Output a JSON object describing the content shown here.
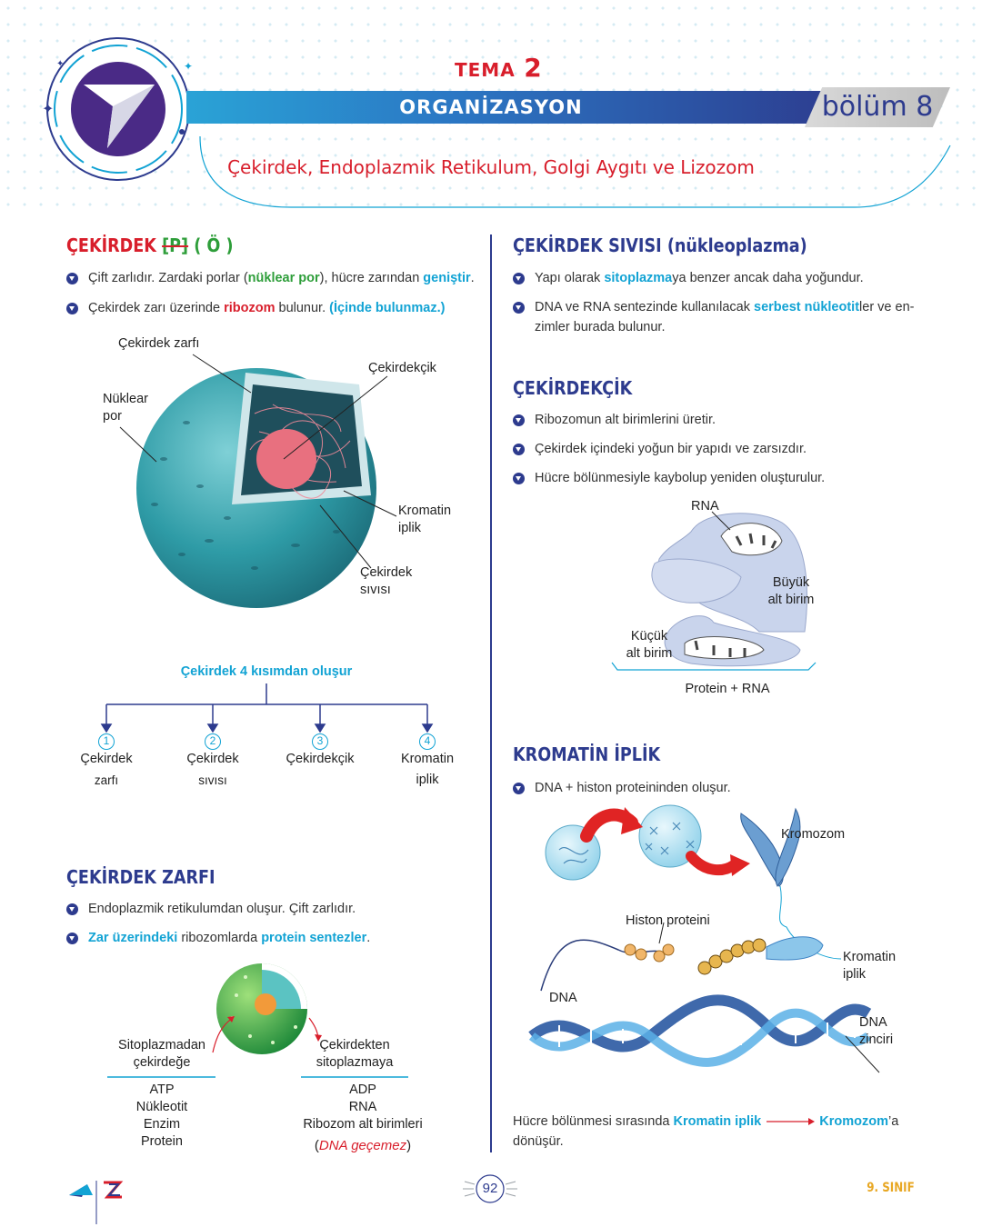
{
  "header": {
    "tema_word": "TEMA",
    "tema_number": "2",
    "band_title": "ORGANİZASYON",
    "bolum": "bölüm 8",
    "subtitle": "Çekirdek, Endoplazmik Retikulum, Golgi Aygıtı ve Lizozom"
  },
  "left": {
    "cekirdek": {
      "title": "ÇEKİRDEK",
      "tag1": "[P]",
      "tag2": "( Ö )",
      "b1_p1": "Çift zarlıdır. Zardaki porlar (",
      "b1_h1": "nüklear por",
      "b1_p2": "), hücre zarından ",
      "b1_h2": "geniştir",
      "b1_p3": ".",
      "b2_p1": "Çekirdek zarı üzerinde ",
      "b2_h1": "ribozom",
      "b2_p2": " bulunur. ",
      "b2_h2": "(İçinde bulunmaz.)"
    },
    "diagram1": {
      "zarf": "Çekirdek zarfı",
      "cekirdekcik": "Çekirdekçik",
      "nuklear": "Nüklear",
      "por": "por",
      "kromatin": "Kromatin",
      "iplik": "iplik",
      "cekirdek": "Çekirdek",
      "sivisi": "sıvısı"
    },
    "tree": {
      "title": "Çekirdek 4 kısımdan oluşur",
      "items": [
        {
          "n": "1",
          "a": "Çekirdek",
          "b": "zarfı"
        },
        {
          "n": "2",
          "a": "Çekirdek",
          "b": "sıvısı"
        },
        {
          "n": "3",
          "a": "Çekirdekçik",
          "b": ""
        },
        {
          "n": "4",
          "a": "Kromatin",
          "b": "iplik"
        }
      ]
    },
    "zarfi": {
      "title": "ÇEKİRDEK ZARFI",
      "b1": "Endoplazmik retikulumdan oluşur. Çift zarlıdır.",
      "b2_h1": "Zar üzerindeki",
      "b2_p1": " ribozomlarda ",
      "b2_h2": "protein sentezler",
      "b2_p2": "."
    },
    "transport": {
      "in_title_1": "Sitoplazmadan",
      "in_title_2": "çekirdeğe",
      "in_items": [
        "ATP",
        "Nükleotit",
        "Enzim",
        "Protein"
      ],
      "out_title_1": "Çekirdekten",
      "out_title_2": "sitoplazmaya",
      "out_items": [
        "ADP",
        "RNA",
        "Ribozom alt birimleri"
      ],
      "out_note_open": "(",
      "out_note": "DNA geçemez",
      "out_note_close": ")"
    }
  },
  "right": {
    "sivi": {
      "title": "ÇEKİRDEK SIVISI (nükleoplazma)",
      "b1_p1": "Yapı olarak ",
      "b1_h1": "sitoplazma",
      "b1_p2": "ya benzer ancak daha yoğundur.",
      "b2_p1": "DNA ve RNA sentezinde kullanılacak ",
      "b2_h1": "serbest nükleotit",
      "b2_p2": "ler ve en-",
      "b2_p3": "zimler burada bulunur."
    },
    "cekirdekcik": {
      "title": "ÇEKİRDEKÇİK",
      "b1": "Ribozomun alt birimlerini üretir.",
      "b2": "Çekirdek içindeki yoğun bir yapıdı ve zarsızdır.",
      "b3": "Hücre bölünmesiyle kaybolup yeniden oluşturulur."
    },
    "ribosome": {
      "rna": "RNA",
      "buyuk_1": "Büyük",
      "buyuk_2": "alt birim",
      "kucuk_1": "Küçük",
      "kucuk_2": "alt birim",
      "protein_rna": "Protein + RNA"
    },
    "kromatin": {
      "title": "KROMATİN İPLİK",
      "b1": "DNA + histon proteininden oluşur.",
      "kromozom": "Kromozom",
      "histon": "Histon proteini",
      "kromatin_1": "Kromatin",
      "kromatin_2": "iplik",
      "dna": "DNA",
      "dna_z1": "DNA",
      "dna_z2": "zinciri",
      "foot_p1": "Hücre bölünmesi sırasında ",
      "foot_h1": "Kromatin iplik",
      "foot_h2": "Kromozom",
      "foot_p2": "’a",
      "foot_p3": "dönüşür."
    }
  },
  "footer": {
    "page": "92",
    "grade": "9. SINIF"
  },
  "colors": {
    "navy": "#2d3b8e",
    "red": "#d81e2b",
    "cyan": "#12a3d4",
    "green": "#2e9e3a",
    "gold": "#e8a723"
  }
}
